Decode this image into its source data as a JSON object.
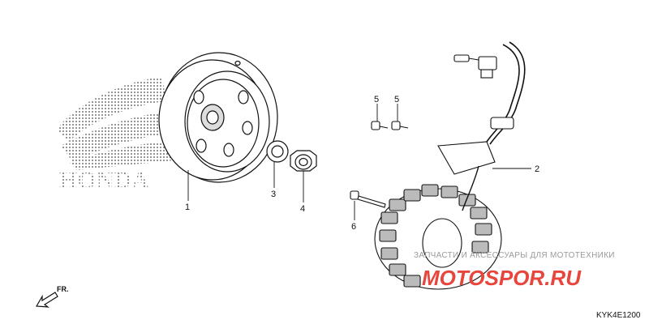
{
  "diagram": {
    "code": "KYK4E1200",
    "callouts": [
      {
        "id": "1",
        "label": "1"
      },
      {
        "id": "2",
        "label": "2"
      },
      {
        "id": "3",
        "label": "3"
      },
      {
        "id": "4",
        "label": "4"
      },
      {
        "id": "5a",
        "label": "5"
      },
      {
        "id": "5b",
        "label": "5"
      },
      {
        "id": "6",
        "label": "6"
      }
    ],
    "direction_label": "FR.",
    "logo_text": "HONDA"
  },
  "watermark": {
    "tagline": "ЗАПЧАСТИ И АКСЕССУАРЫ ДЛЯ МОТОТЕХНИКИ",
    "brand": "MOTOSPOR.RU",
    "brand_color": "#e8453c"
  }
}
